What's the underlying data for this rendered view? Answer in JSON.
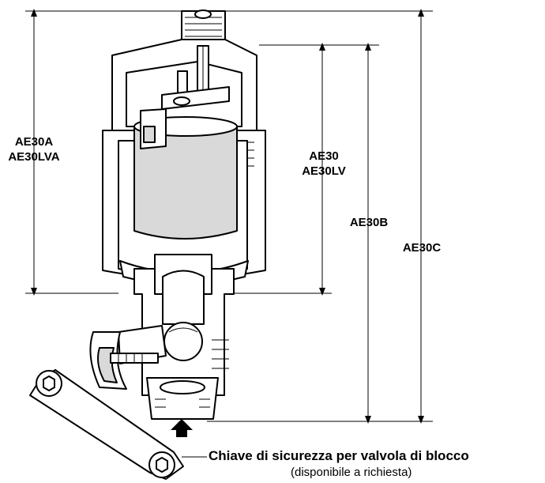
{
  "dimensions": {
    "ae30a": {
      "line1": "AE30A",
      "line2": "AE30LVA"
    },
    "ae30": {
      "line1": "AE30",
      "line2": "AE30LV"
    },
    "ae30b": {
      "label": "AE30B"
    },
    "ae30c": {
      "label": "AE30C"
    }
  },
  "caption": {
    "title": "Chiave di sicurezza per valvola di blocco",
    "subtitle": "(disponibile a richiesta)"
  },
  "colors": {
    "line": "#000000",
    "body": "#ffffff",
    "shade": "#d9d9d9"
  }
}
